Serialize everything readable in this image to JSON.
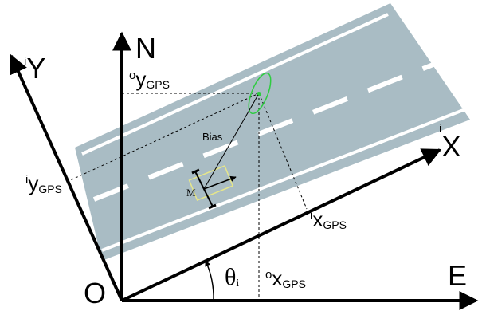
{
  "diagram": {
    "colors": {
      "road": "#a9bcc4",
      "road_border": "#ffffff",
      "lane_marking": "#ffffff",
      "axes": "#000000",
      "uncertainty_ellipse": "#2ecc40",
      "gps_point": "#2ecc40",
      "vehicle": "#e6e68a"
    },
    "labels": {
      "north": "N",
      "east": "E",
      "origin": "O",
      "iY": {
        "sup": "i",
        "main": "Y"
      },
      "iX": {
        "sup": "i",
        "main": "X"
      },
      "oy_gps": {
        "sup": "o",
        "main": "y",
        "sub": "GPS"
      },
      "ox_gps": {
        "sup": "o",
        "main": "x",
        "sub": "GPS"
      },
      "iy_gps": {
        "sup": "i",
        "main": "y",
        "sub": "GPS"
      },
      "ix_gps": {
        "sup": "i",
        "main": "x",
        "sub": "GPS"
      },
      "theta": {
        "main": "θ",
        "sub": "i"
      },
      "bias": "Bias",
      "vehicle": "M"
    }
  }
}
